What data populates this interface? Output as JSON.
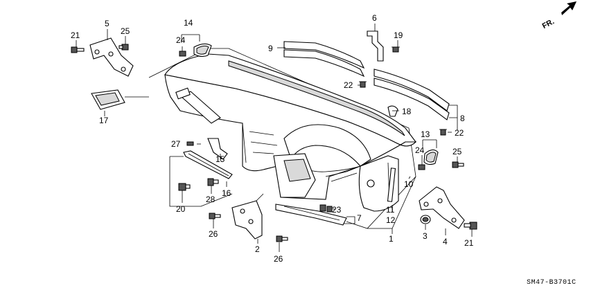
{
  "diagram": {
    "direction_marker": "FR.",
    "ref_code": "SM47-B3701C",
    "part_labels": {
      "p1": "1",
      "p2": "2",
      "p3": "3",
      "p4": "4",
      "p5": "5",
      "p6": "6",
      "p7": "7",
      "p8": "8",
      "p9": "9",
      "p10": "10",
      "p11": "11",
      "p12": "12",
      "p13": "13",
      "p14": "14",
      "p15": "15",
      "p16": "16",
      "p17": "17",
      "p18": "18",
      "p19": "19",
      "p20": "20",
      "p21a": "21",
      "p21b": "21",
      "p22a": "22",
      "p22b": "22",
      "p23": "23",
      "p24a": "24",
      "p24b": "24",
      "p25a": "25",
      "p25b": "25",
      "p26a": "26",
      "p26b": "26",
      "p27": "27",
      "p28": "28"
    }
  }
}
